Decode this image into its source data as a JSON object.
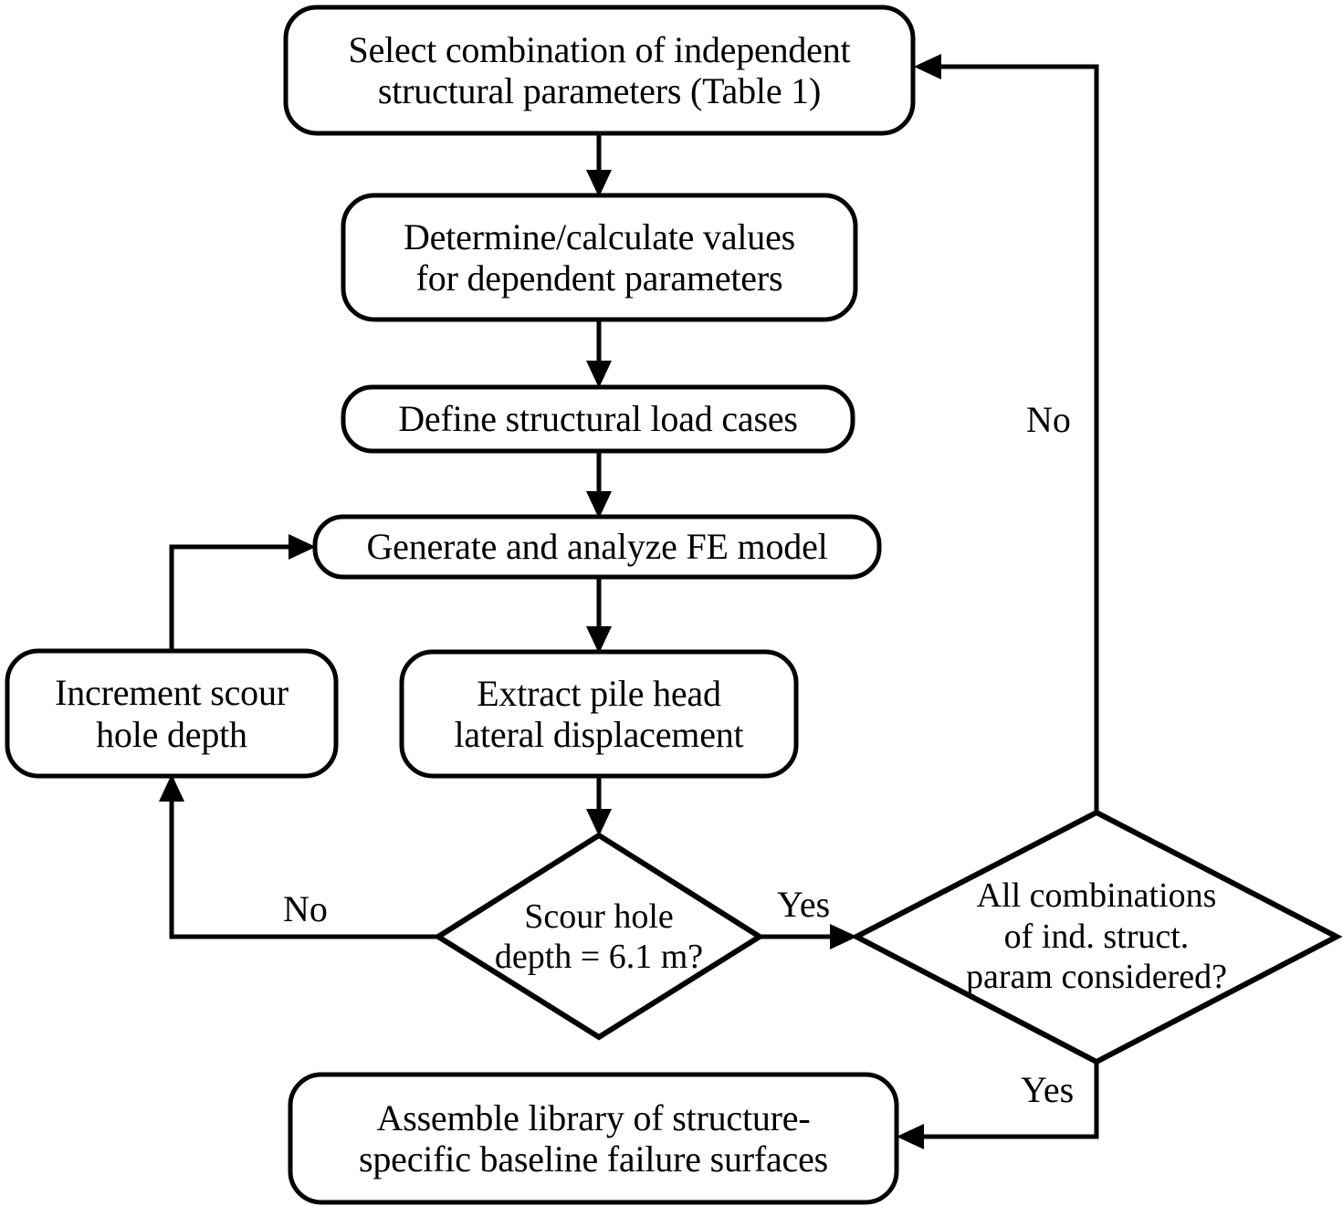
{
  "diagram": {
    "type": "flowchart",
    "title": "Parametric finite-element scour analysis workflow",
    "background_color": "#ffffff",
    "line_color": "#000000",
    "text_color": "#000000"
  },
  "nodes": [
    {
      "id": "select-params",
      "shape": "rounded-rectangle",
      "lines": [
        "Select combination of independent",
        "structural parameters (Table 1)"
      ]
    },
    {
      "id": "determine-values",
      "shape": "rounded-rectangle",
      "lines": [
        "Determine/calculate values",
        "for dependent parameters"
      ]
    },
    {
      "id": "define-load-cases",
      "shape": "rounded-rectangle",
      "lines": [
        "Define structural load cases"
      ]
    },
    {
      "id": "generate-fe-model",
      "shape": "rounded-rectangle",
      "lines": [
        "Generate and analyze FE model"
      ]
    },
    {
      "id": "increment-scour",
      "shape": "rounded-rectangle",
      "lines": [
        "Increment scour",
        "hole depth"
      ]
    },
    {
      "id": "extract-displacement",
      "shape": "rounded-rectangle",
      "lines": [
        "Extract pile head",
        "lateral displacement"
      ]
    },
    {
      "id": "scour-depth-check",
      "shape": "diamond",
      "lines": [
        "Scour hole",
        "depth = 6.1 m?"
      ]
    },
    {
      "id": "combinations-check",
      "shape": "diamond",
      "lines": [
        "All combinations",
        "of ind. struct.",
        "param considered?"
      ]
    },
    {
      "id": "assemble-library",
      "shape": "rounded-rectangle",
      "lines": [
        "Assemble library of structure-",
        "specific baseline failure surfaces"
      ]
    }
  ],
  "edge_labels": {
    "no_right_loop": "No",
    "no_scour_loop": "No",
    "yes_scour": "Yes",
    "yes_combinations": "Yes"
  }
}
